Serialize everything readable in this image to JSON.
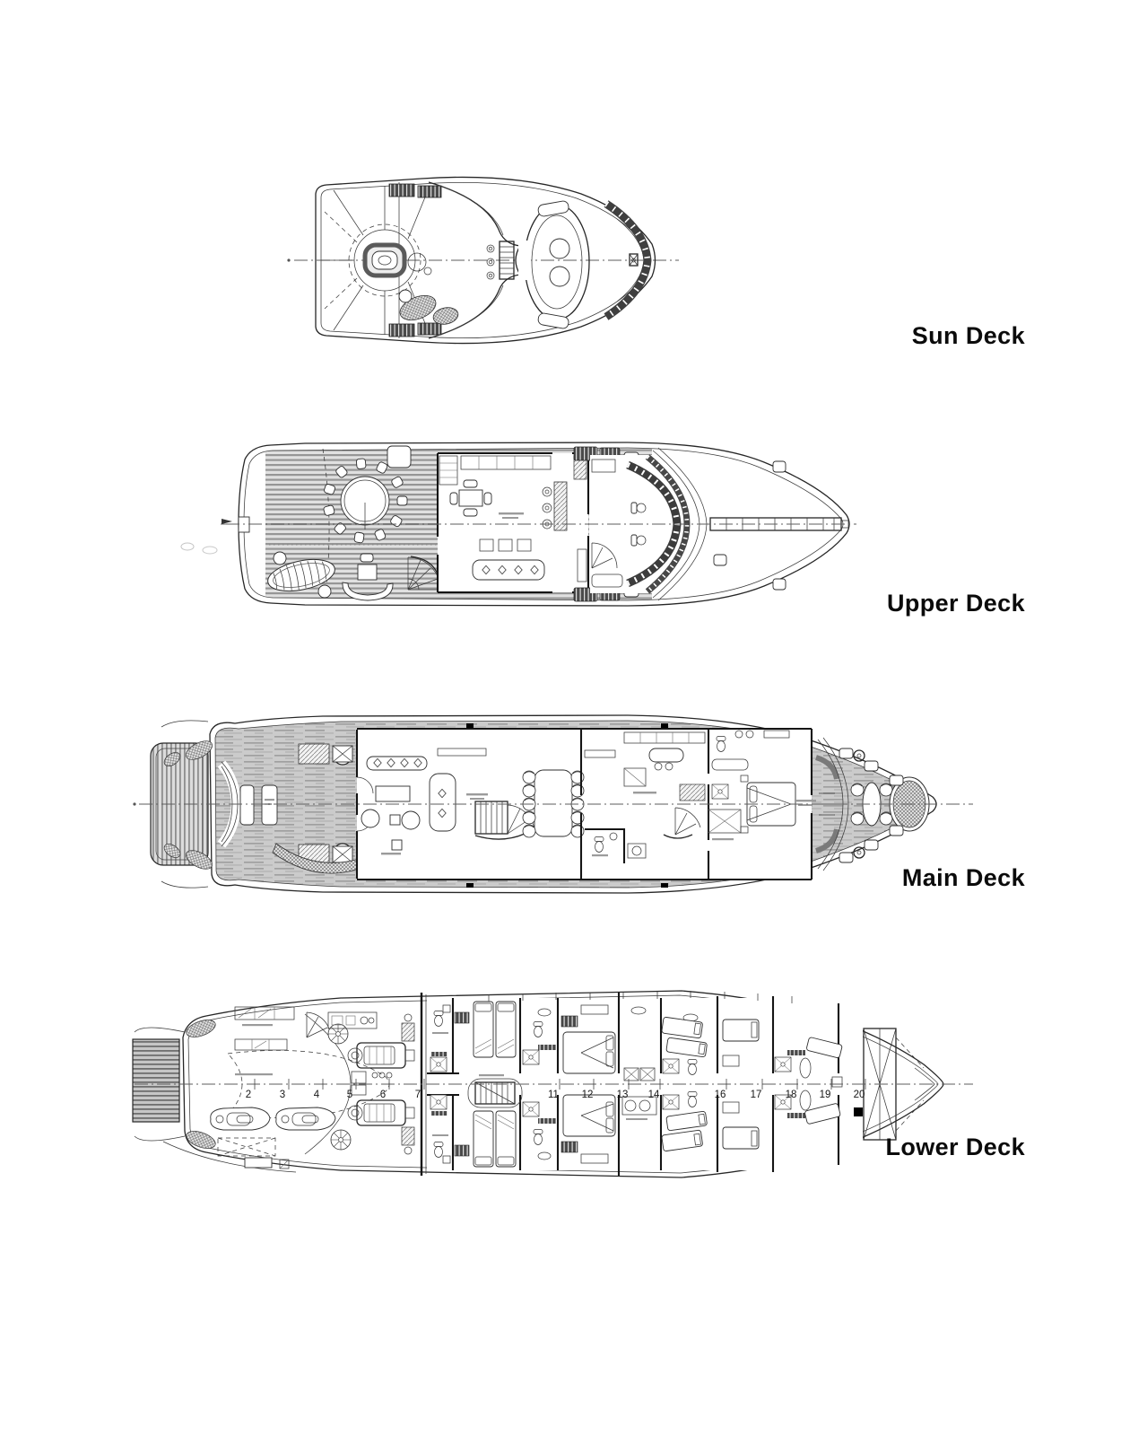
{
  "page": {
    "background": "#ffffff",
    "ink": "#1f1f1f",
    "shading_gray": "#c9c9c9"
  },
  "decks": [
    {
      "id": "sun-deck",
      "label": "Sun Deck"
    },
    {
      "id": "upper-deck",
      "label": "Upper Deck"
    },
    {
      "id": "main-deck",
      "label": "Main Deck"
    },
    {
      "id": "lower-deck",
      "label": "Lower Deck"
    }
  ],
  "frames": [
    "2",
    "3",
    "4",
    "5",
    "6",
    "7",
    "11",
    "12",
    "13",
    "14",
    "16",
    "17",
    "18",
    "19",
    "20"
  ]
}
